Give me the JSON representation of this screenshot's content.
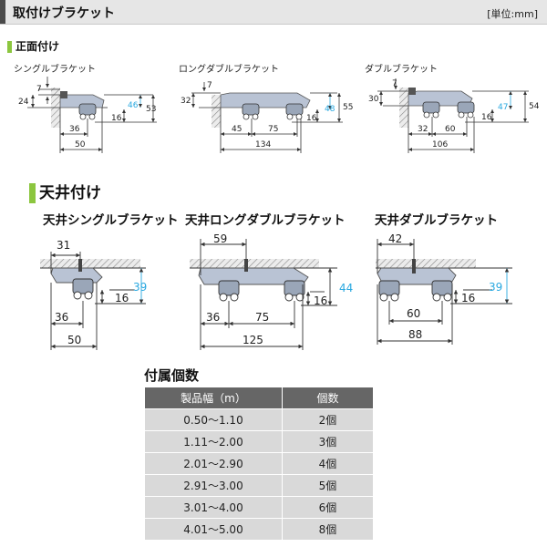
{
  "header": {
    "title": "取付けブラケット",
    "unit": "[単位:mm]"
  },
  "front": {
    "heading": "正面付け",
    "items": [
      {
        "label": "シングルブラケット",
        "dims": {
          "top": "7",
          "left": "24",
          "right_blue": "46",
          "right": "53",
          "small": "16",
          "a": "36",
          "total": "50"
        }
      },
      {
        "label": "ロングダブルブラケット",
        "dims": {
          "top": "7",
          "left": "32",
          "right_blue": "48",
          "right": "55",
          "small": "16",
          "a": "45",
          "b": "75",
          "total": "134"
        }
      },
      {
        "label": "ダブルブラケット",
        "dims": {
          "top": "7",
          "left": "30",
          "right_blue": "47",
          "right": "54",
          "small": "16",
          "a": "32",
          "b": "60",
          "total": "106"
        }
      }
    ]
  },
  "ceiling": {
    "heading": "天井付け",
    "items": [
      {
        "label": "天井シングルブラケット",
        "dims": {
          "top": "31",
          "right_blue": "39",
          "small": "16",
          "a": "36",
          "total": "50"
        }
      },
      {
        "label": "天井ロングダブルブラケット",
        "dims": {
          "top": "59",
          "right_blue": "44",
          "small": "16",
          "a": "36",
          "b": "75",
          "total": "125"
        }
      },
      {
        "label": "天井ダブルブラケット",
        "dims": {
          "top": "42",
          "right_blue": "39",
          "small": "16",
          "a": "60",
          "total": "88"
        }
      }
    ]
  },
  "accessories": {
    "title": "付属個数",
    "headers": [
      "製品幅（m）",
      "個数"
    ],
    "rows": [
      [
        "0.50～1.10",
        "2個"
      ],
      [
        "1.11～2.00",
        "3個"
      ],
      [
        "2.01～2.90",
        "4個"
      ],
      [
        "2.91～3.00",
        "5個"
      ],
      [
        "3.01～4.00",
        "6個"
      ],
      [
        "4.01～5.00",
        "8個"
      ]
    ]
  },
  "colors": {
    "accent_green": "#8cc63f",
    "dim_blue": "#29a8e0",
    "bracket": "#b9c3d4",
    "header_bg": "#e6e6e6",
    "table_head": "#666666",
    "table_cell": "#d9d9d9"
  }
}
